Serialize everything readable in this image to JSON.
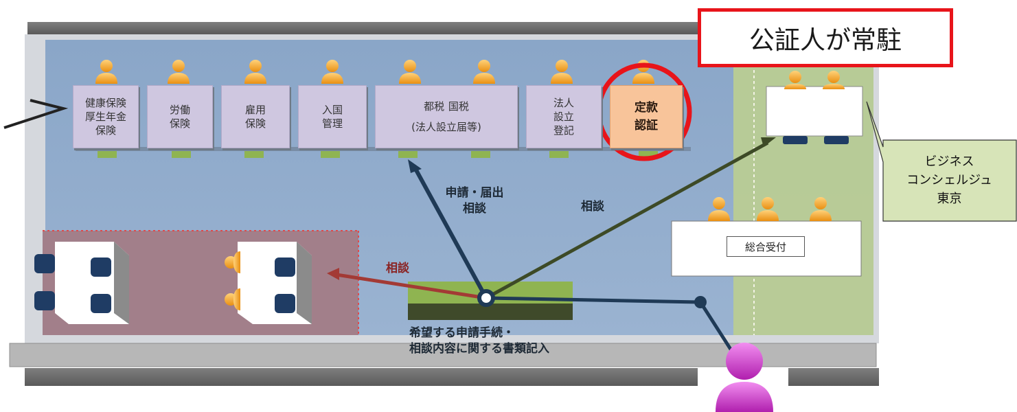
{
  "callout": {
    "title": "公証人が常駐"
  },
  "counters": [
    {
      "label": "健康保険\n厚生年金\n保険"
    },
    {
      "label": "労働\n保険"
    },
    {
      "label": "雇用\n保険"
    },
    {
      "label": "入国\n管理"
    },
    {
      "label_left": "都税",
      "label_right": "国税",
      "label_sub": "(法人設立届等)"
    },
    {
      "label": "法人\n設立\n登記"
    },
    {
      "label": "定款\n認証"
    }
  ],
  "concierge": {
    "label": "ビジネス\nコンシェルジュ\n東京"
  },
  "reception": {
    "label": "総合受付"
  },
  "flows": {
    "application": "申請・届出\n相談",
    "consult_right": "相談",
    "consult_left": "相談",
    "fill_in": "希望する申請手続・\n相談内容に関する書類記入"
  },
  "colors": {
    "floor": "#8ea8c9",
    "counter": "#cfc7e0",
    "teikan": "#f8c49a",
    "highlight": "#e8141a",
    "side_area": "#b9cc94",
    "meeting_area": "#a27f8a",
    "desk_green": "#8fb451",
    "arrow_dark": "#1f3a56",
    "arrow_olive": "#3d4a26",
    "arrow_red": "#a33a35",
    "visitor": "#cc44c8"
  },
  "icons": [
    "staff-icon",
    "visitor-icon",
    "chair-icon",
    "desk-icon",
    "arrow-icon"
  ]
}
